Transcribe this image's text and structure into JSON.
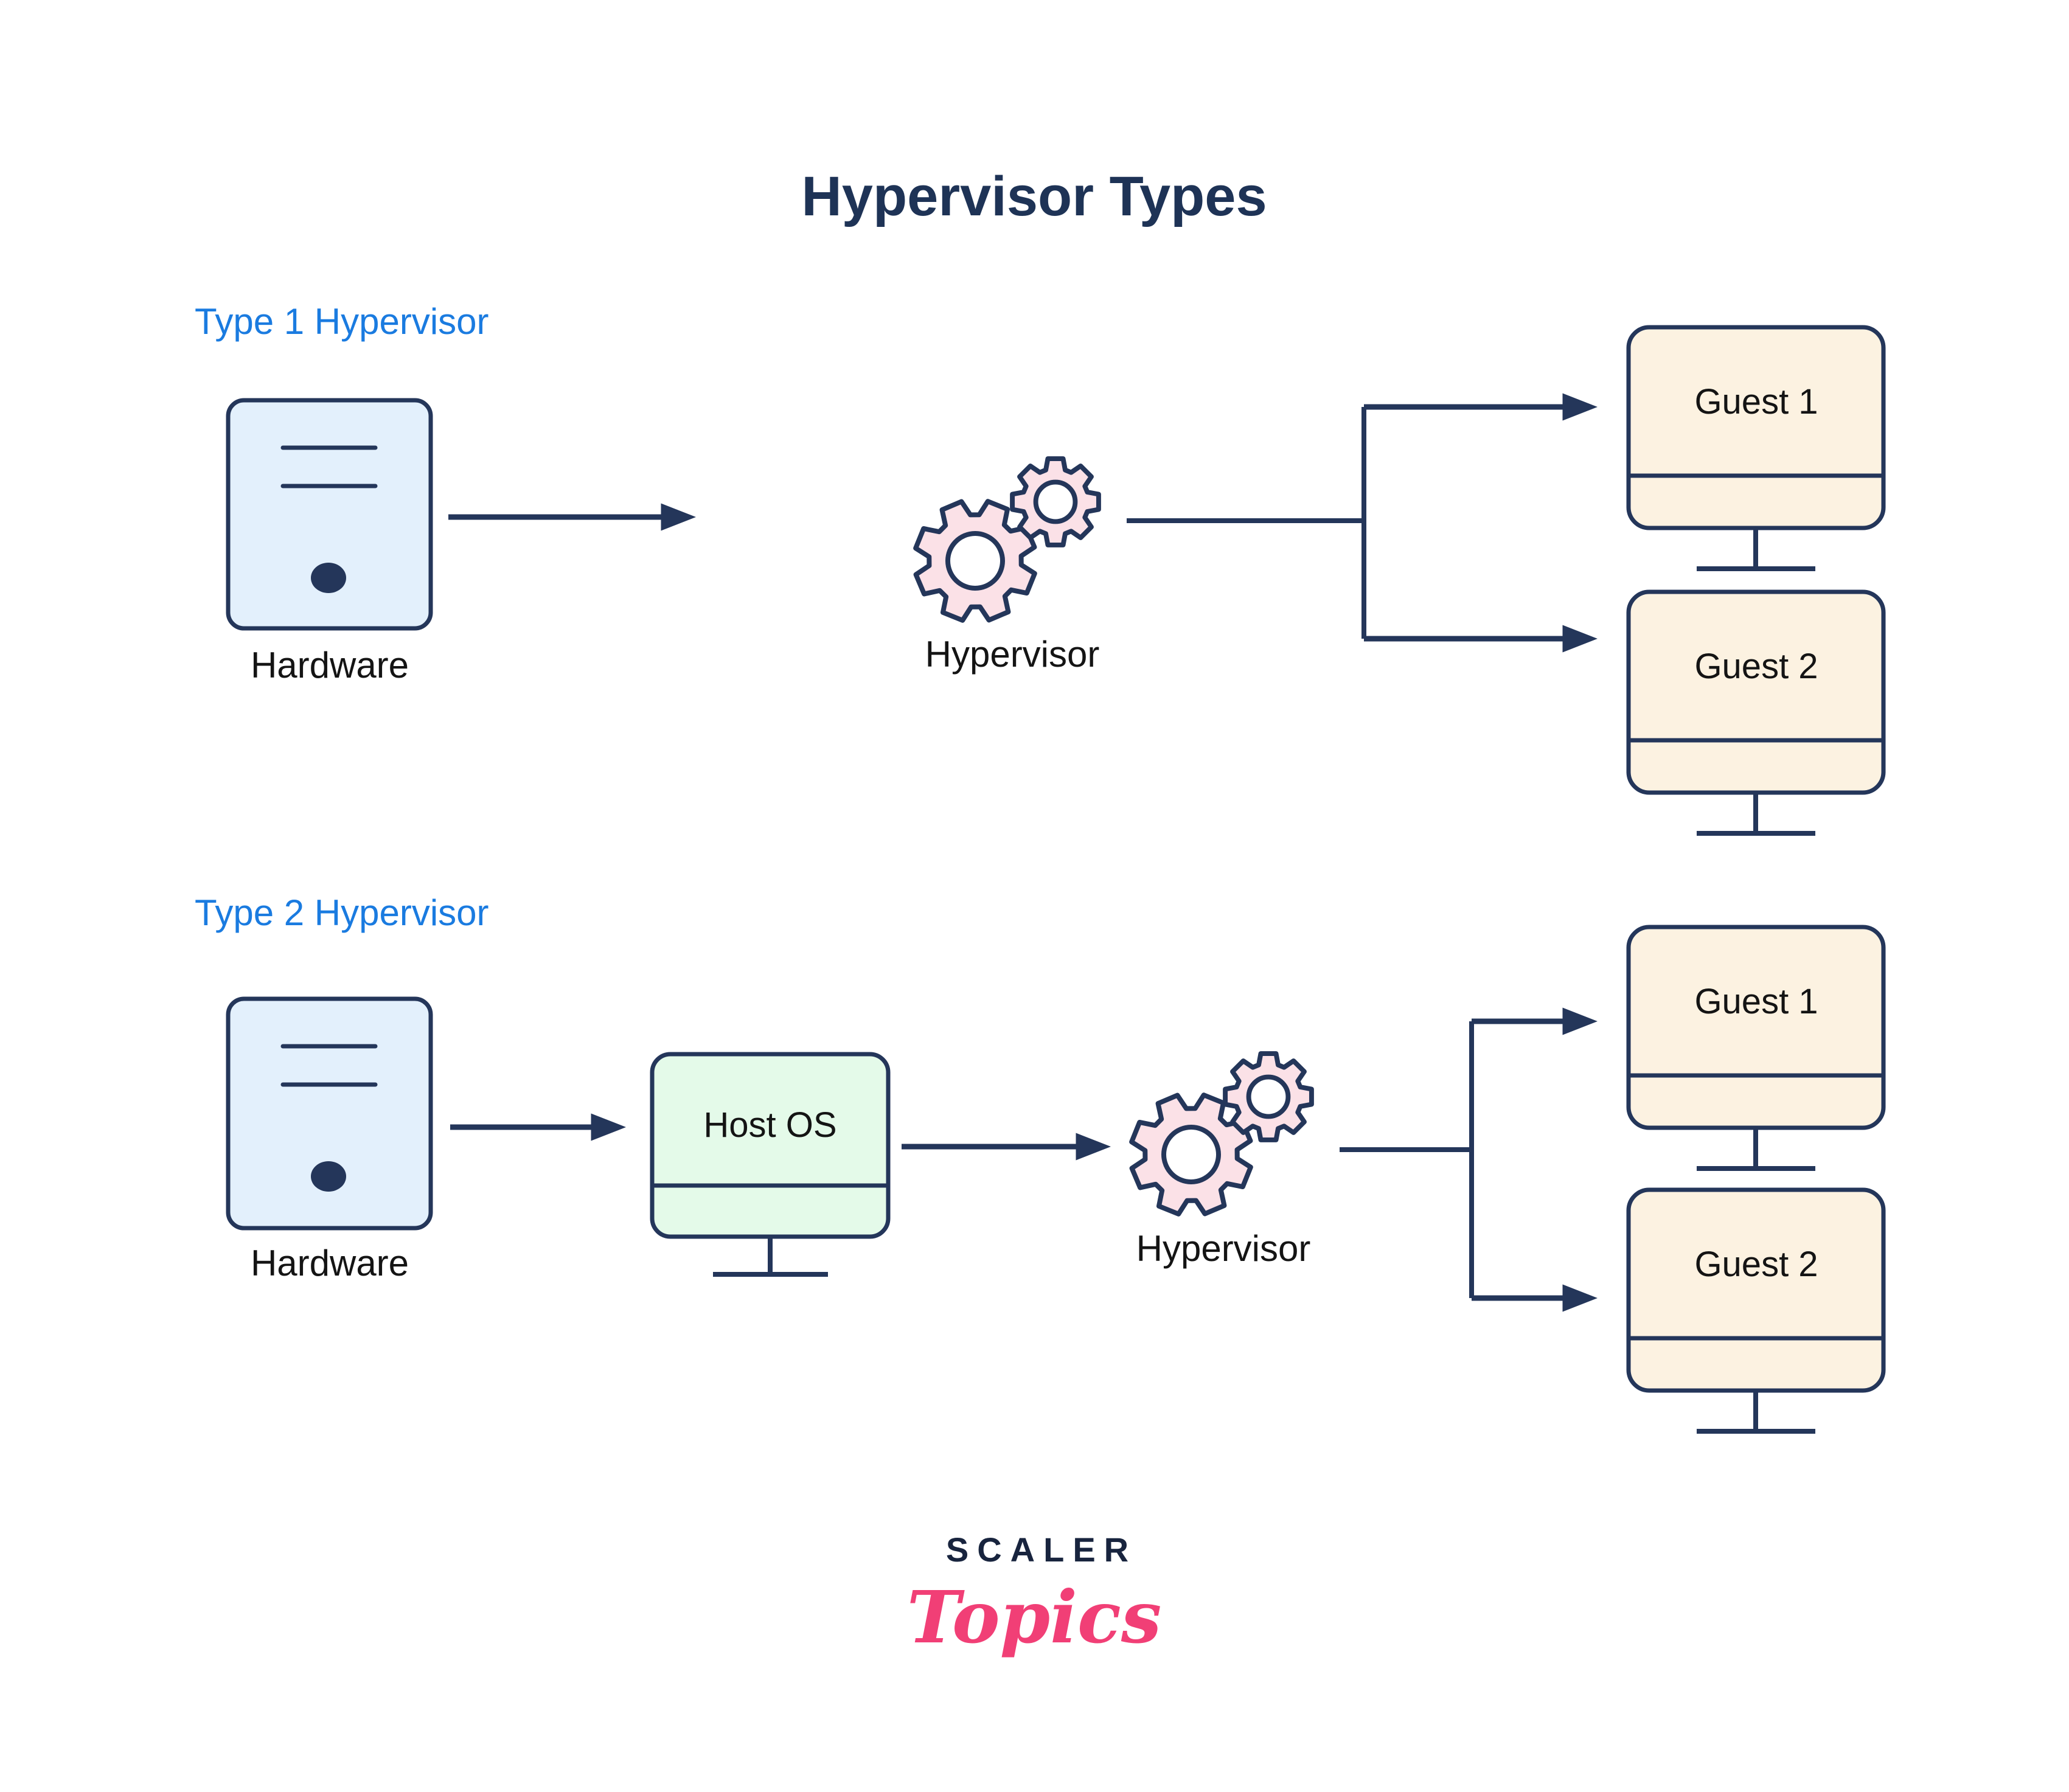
{
  "title": "Hypervisor Types",
  "colors": {
    "outline_navy": "#24365a",
    "title_navy": "#1e3356",
    "accent_blue": "#1a7be0",
    "gear_pink_fill": "#fbe1e7",
    "hardware_blue_fill": "#e3f0fc",
    "guest_cream_fill": "#fcf2e1",
    "host_green_fill": "#e4fae9",
    "label_black": "#141414",
    "logo_navy": "#18243e",
    "logo_pink": "#f13f76"
  },
  "sections": [
    {
      "label": "Type 1 Hypervisor",
      "hardware_label": "Hardware",
      "hypervisor_label": "Hypervisor",
      "guests": [
        "Guest 1",
        "Guest 2"
      ]
    },
    {
      "label": "Type 2 Hypervisor",
      "hardware_label": "Hardware",
      "host_os_label": "Host OS",
      "hypervisor_label": "Hypervisor",
      "guests": [
        "Guest 1",
        "Guest 2"
      ]
    }
  ],
  "logo": {
    "line1": "SCALER",
    "line2": "Topics"
  }
}
